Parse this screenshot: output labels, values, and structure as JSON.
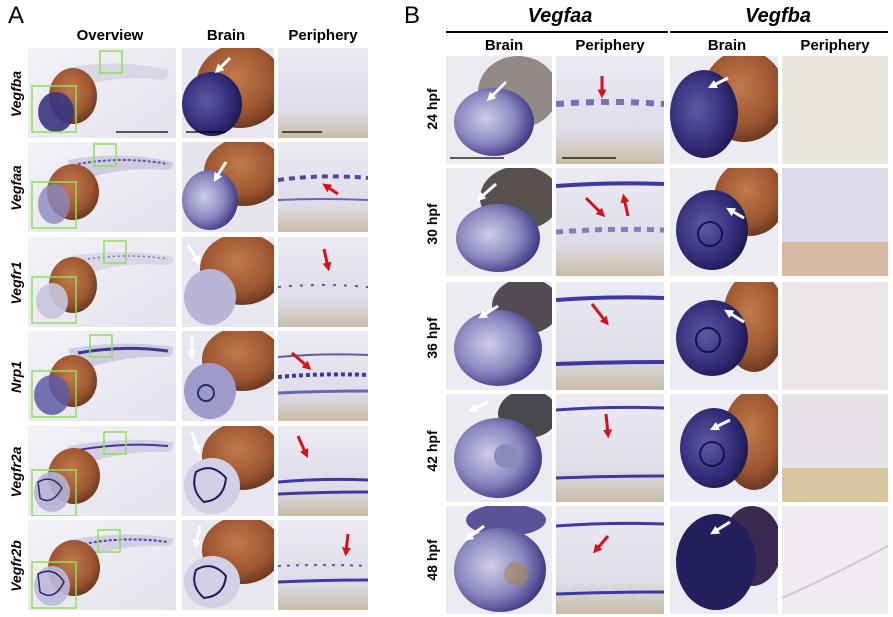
{
  "panel_a": {
    "letter": "A",
    "headers": {
      "overview": "Overview",
      "brain": "Brain",
      "periphery": "Periphery"
    },
    "rows": [
      {
        "gene": "Vegfba"
      },
      {
        "gene": "Vegfaa"
      },
      {
        "gene": "Vegfr1"
      },
      {
        "gene": "Nrp1"
      },
      {
        "gene": "Vegfr2a"
      },
      {
        "gene": "Vegfr2b"
      }
    ]
  },
  "panel_b": {
    "letter": "B",
    "genes": [
      "Vegfaa",
      "Vegfba"
    ],
    "subheaders": {
      "brain": "Brain",
      "periphery": "Periphery"
    },
    "timepoints": [
      "24 hpf",
      "30 hpf",
      "36 hpf",
      "42 hpf",
      "48 hpf"
    ]
  },
  "colors": {
    "stain": "#3b3a8f",
    "yolk": "#a8603a",
    "overview_box": "#8ee05a",
    "white_arrow": "#ffffff",
    "red_arrow": "#d4141a"
  }
}
